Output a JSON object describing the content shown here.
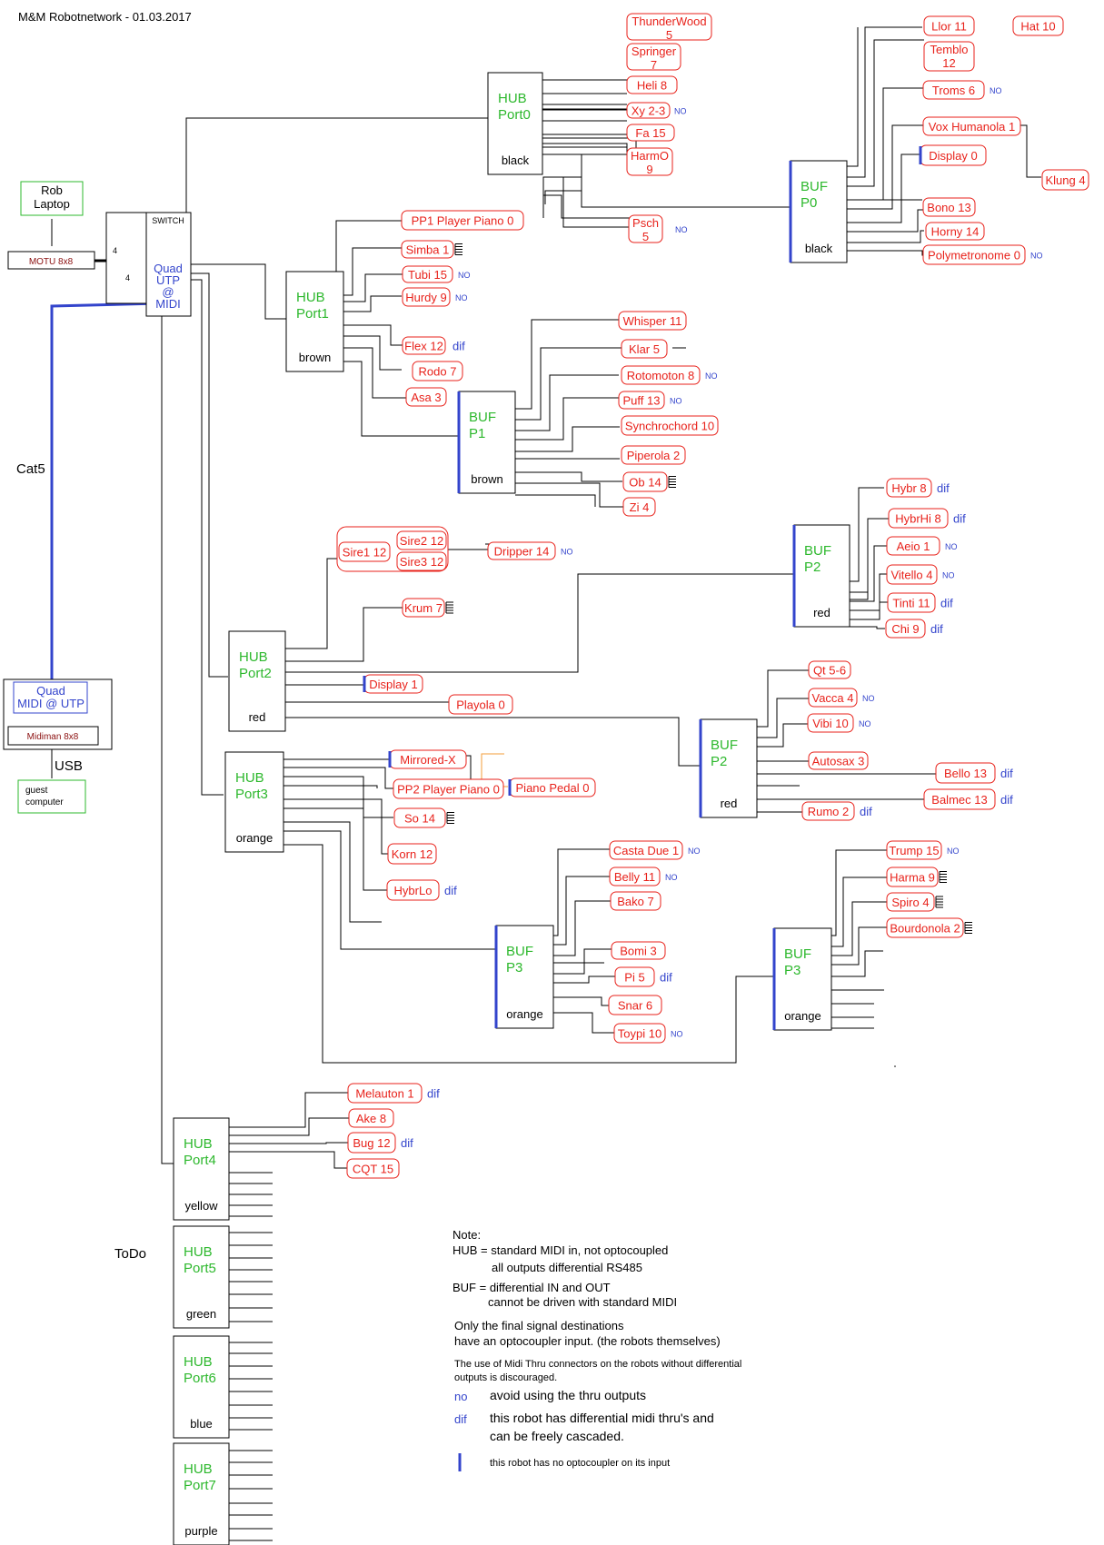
{
  "title": "M&M Robotnetwork -   01.03.2017",
  "colors": {
    "hub_label": "#2db82d",
    "robot": "#e8221b",
    "blue": "#3344cc",
    "green_box": "#2db82d",
    "dark_red": "#8a0f0f",
    "orange": "#f39c3a",
    "line": "#000000"
  },
  "labels": {
    "cat5": "Cat5",
    "usb": "USB",
    "todo": "ToDo",
    "four_a": "4",
    "four_b": "4"
  },
  "devices": {
    "rob_laptop": [
      "Rob",
      "Laptop"
    ],
    "motu": "MOTU 8x8",
    "switch_title": "SWITCH",
    "switch_lines": [
      "Quad",
      "UTP",
      "@",
      "MIDI"
    ],
    "quad_midi": [
      "Quad",
      "MIDI @ UTP"
    ],
    "midiman": "Midiman 8x8",
    "guest": [
      "guest",
      "computer"
    ]
  },
  "hubs": [
    {
      "id": "hub0",
      "type": "HUB",
      "port": "Port0",
      "color": "black"
    },
    {
      "id": "hub1",
      "type": "HUB",
      "port": "Port1",
      "color": "brown"
    },
    {
      "id": "hub2",
      "type": "HUB",
      "port": "Port2",
      "color": "red"
    },
    {
      "id": "hub3",
      "type": "HUB",
      "port": "Port3",
      "color": "orange"
    },
    {
      "id": "hub4",
      "type": "HUB",
      "port": "Port4",
      "color": "yellow"
    },
    {
      "id": "hub5",
      "type": "HUB",
      "port": "Port5",
      "color": "green"
    },
    {
      "id": "hub6",
      "type": "HUB",
      "port": "Port6",
      "color": "blue"
    },
    {
      "id": "hub7",
      "type": "HUB",
      "port": "Port7",
      "color": "purple"
    }
  ],
  "bufs": [
    {
      "id": "buf0",
      "type": "BUF",
      "port": "P0",
      "color": "black"
    },
    {
      "id": "buf1",
      "type": "BUF",
      "port": "P1",
      "color": "brown"
    },
    {
      "id": "buf2a",
      "type": "BUF",
      "port": "P2",
      "color": "red"
    },
    {
      "id": "buf2b",
      "type": "BUF",
      "port": "P2",
      "color": "red"
    },
    {
      "id": "buf3a",
      "type": "BUF",
      "port": "P3",
      "color": "orange"
    },
    {
      "id": "buf3b",
      "type": "BUF",
      "port": "P3",
      "color": "orange"
    }
  ],
  "robots": [
    {
      "id": "thunderwood",
      "label": [
        "ThunderWood",
        "5"
      ]
    },
    {
      "id": "springer",
      "label": [
        "Springer",
        "7"
      ]
    },
    {
      "id": "heli",
      "label": [
        "Heli 8"
      ]
    },
    {
      "id": "xy",
      "label": [
        "Xy 2-3"
      ],
      "tag": "NO"
    },
    {
      "id": "fa",
      "label": [
        "Fa 15"
      ]
    },
    {
      "id": "harmo",
      "label": [
        "HarmO",
        "9"
      ]
    },
    {
      "id": "psch",
      "label": [
        "Psch",
        "5"
      ],
      "tag": "NO"
    },
    {
      "id": "llor",
      "label": [
        "Llor 11"
      ]
    },
    {
      "id": "hat",
      "label": [
        "Hat 10"
      ]
    },
    {
      "id": "temblo",
      "label": [
        "Temblo",
        "12"
      ]
    },
    {
      "id": "troms",
      "label": [
        "Troms 6"
      ],
      "tag": "NO"
    },
    {
      "id": "voxhumanola",
      "label": [
        "Vox Humanola 1"
      ]
    },
    {
      "id": "klung",
      "label": [
        "Klung 4"
      ]
    },
    {
      "id": "display0",
      "label": [
        "Display 0"
      ]
    },
    {
      "id": "bono",
      "label": [
        "Bono 13"
      ]
    },
    {
      "id": "horny",
      "label": [
        "Horny 14"
      ]
    },
    {
      "id": "polymetronome",
      "label": [
        "Polymetronome 0"
      ],
      "tag": "NO"
    },
    {
      "id": "pp1",
      "label": [
        "PP1 Player Piano 0"
      ]
    },
    {
      "id": "simba",
      "label": [
        "Simba 1"
      ]
    },
    {
      "id": "tubi",
      "label": [
        "Tubi 15"
      ],
      "tag": "NO"
    },
    {
      "id": "hurdy",
      "label": [
        "Hurdy 9"
      ],
      "tag": "NO"
    },
    {
      "id": "flex",
      "label": [
        "Flex 12"
      ],
      "tag": "dif"
    },
    {
      "id": "rodo",
      "label": [
        "Rodo 7"
      ]
    },
    {
      "id": "asa",
      "label": [
        "Asa 3"
      ]
    },
    {
      "id": "whisper",
      "label": [
        "Whisper 11"
      ]
    },
    {
      "id": "klar",
      "label": [
        "Klar 5"
      ]
    },
    {
      "id": "rotomoton",
      "label": [
        "Rotomoton 8"
      ],
      "tag": "NO"
    },
    {
      "id": "puff",
      "label": [
        "Puff 13"
      ],
      "tag": "NO"
    },
    {
      "id": "synchrochord",
      "label": [
        "Synchrochord 10"
      ]
    },
    {
      "id": "piperola",
      "label": [
        "Piperola 2"
      ]
    },
    {
      "id": "ob",
      "label": [
        "Ob 14"
      ]
    },
    {
      "id": "zi",
      "label": [
        "Zi 4"
      ]
    },
    {
      "id": "hybr",
      "label": [
        "Hybr 8"
      ],
      "tag": "dif"
    },
    {
      "id": "hybrhi",
      "label": [
        "HybrHi 8"
      ],
      "tag": "dif"
    },
    {
      "id": "aeio",
      "label": [
        "Aeio 1"
      ],
      "tag": "NO"
    },
    {
      "id": "vitello",
      "label": [
        "Vitello 4"
      ],
      "tag": "NO"
    },
    {
      "id": "tinti",
      "label": [
        "Tinti 11"
      ],
      "tag": "dif"
    },
    {
      "id": "chi",
      "label": [
        "Chi 9"
      ],
      "tag": "dif"
    },
    {
      "id": "sire2",
      "label": [
        "Sire2 12"
      ]
    },
    {
      "id": "sire1",
      "label": [
        "Sire1 12"
      ]
    },
    {
      "id": "sire3",
      "label": [
        "Sire3 12"
      ]
    },
    {
      "id": "dripper",
      "label": [
        "Dripper 14"
      ],
      "tag": "NO"
    },
    {
      "id": "krum",
      "label": [
        "Krum 7"
      ]
    },
    {
      "id": "display1",
      "label": [
        "Display 1"
      ]
    },
    {
      "id": "playola",
      "label": [
        "Playola 0"
      ]
    },
    {
      "id": "qt",
      "label": [
        "Qt 5-6"
      ]
    },
    {
      "id": "vacca",
      "label": [
        "Vacca 4"
      ],
      "tag": "NO"
    },
    {
      "id": "vibi",
      "label": [
        "Vibi 10"
      ],
      "tag": "NO"
    },
    {
      "id": "autosax",
      "label": [
        "Autosax 3"
      ]
    },
    {
      "id": "bello",
      "label": [
        "Bello 13"
      ],
      "tag": "dif"
    },
    {
      "id": "balmec",
      "label": [
        "Balmec 13"
      ],
      "tag": "dif"
    },
    {
      "id": "rumo",
      "label": [
        "Rumo 2"
      ],
      "tag": "dif"
    },
    {
      "id": "mirroredx",
      "label": [
        "Mirrored-X"
      ]
    },
    {
      "id": "pp2",
      "label": [
        "PP2 Player Piano 0"
      ]
    },
    {
      "id": "pianopedal",
      "label": [
        "Piano Pedal 0"
      ]
    },
    {
      "id": "so",
      "label": [
        "So 14"
      ]
    },
    {
      "id": "korn",
      "label": [
        "Korn 12"
      ]
    },
    {
      "id": "hybrlo",
      "label": [
        "HybrLo"
      ],
      "tag": "dif"
    },
    {
      "id": "castadue",
      "label": [
        "Casta Due 1"
      ],
      "tag": "NO"
    },
    {
      "id": "belly",
      "label": [
        "Belly 11"
      ],
      "tag": "NO"
    },
    {
      "id": "bako",
      "label": [
        "Bako 7"
      ]
    },
    {
      "id": "bomi",
      "label": [
        "Bomi 3"
      ]
    },
    {
      "id": "pi",
      "label": [
        "Pi  5"
      ],
      "tag": "dif"
    },
    {
      "id": "snar",
      "label": [
        "Snar 6"
      ]
    },
    {
      "id": "toypi",
      "label": [
        "Toypi 10"
      ],
      "tag": "NO"
    },
    {
      "id": "trump",
      "label": [
        "Trump 15"
      ],
      "tag": "NO"
    },
    {
      "id": "harma",
      "label": [
        "Harma 9"
      ]
    },
    {
      "id": "spiro",
      "label": [
        "Spiro 4"
      ]
    },
    {
      "id": "bourdonola",
      "label": [
        "Bourdonola 2"
      ]
    },
    {
      "id": "melauton",
      "label": [
        "Melauton 1"
      ],
      "tag": "dif"
    },
    {
      "id": "ake",
      "label": [
        "Ake 8"
      ]
    },
    {
      "id": "bug",
      "label": [
        "Bug 12"
      ],
      "tag": "dif"
    },
    {
      "id": "cqt",
      "label": [
        "CQT 15"
      ]
    }
  ],
  "notes": {
    "note_title": "Note:",
    "hub_line1": "HUB = standard MIDI in, not optocoupled",
    "hub_line2": "all outputs differential RS485",
    "buf_line1": "BUF = differential IN and OUT",
    "buf_line2": "cannot be driven with standard MIDI",
    "final_line1": "Only the final signal destinations",
    "final_line2": "have an optocoupler input. (the  robots themselves)",
    "thru_line1": "The use of Midi Thru connectors on the robots without differential",
    "thru_line2": "outputs is discouraged.",
    "legend_no_key": "no",
    "legend_no_text": "avoid using the thru outputs",
    "legend_dif_key": "dif",
    "legend_dif_text1": "this robot has differential midi thru's and",
    "legend_dif_text2": "can be freely cascaded.",
    "legend_bar_text": "this robot has no optocoupler on its input"
  }
}
